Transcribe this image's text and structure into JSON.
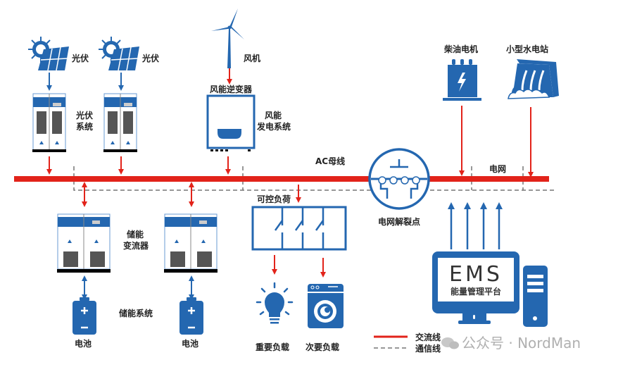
{
  "colors": {
    "ac_line": "#e2231a",
    "comm_line": "#777777",
    "equipment_blue": "#2467b0",
    "text": "#222222",
    "watermark": "#b0b0b0"
  },
  "labels": {
    "pv1": "光伏",
    "pv2": "光伏",
    "pv_system_line1": "光伏",
    "pv_system_line2": "系统",
    "wind_turbine": "风机",
    "wind_inverter": "风能逆变器",
    "wind_system_line1": "风能",
    "wind_system_line2": "发电系统",
    "diesel": "柴油电机",
    "hydro": "小型水电站",
    "ac_bus": "AC母线",
    "grid": "电网",
    "grid_disconnect": "电网解裂点",
    "controllable_load": "可控负荷",
    "storage_converter_line1": "储能",
    "storage_converter_line2": "变流器",
    "storage_system": "储能系统",
    "battery1": "电池",
    "battery2": "电池",
    "critical_load": "重要负载",
    "secondary_load": "次要负载",
    "ems_title": "EMS",
    "ems_subtitle": "能量管理平台"
  },
  "legend": {
    "ac_line_label": "交流线",
    "comm_line_label": "通信线"
  },
  "watermark": "公众号 · NordMan"
}
